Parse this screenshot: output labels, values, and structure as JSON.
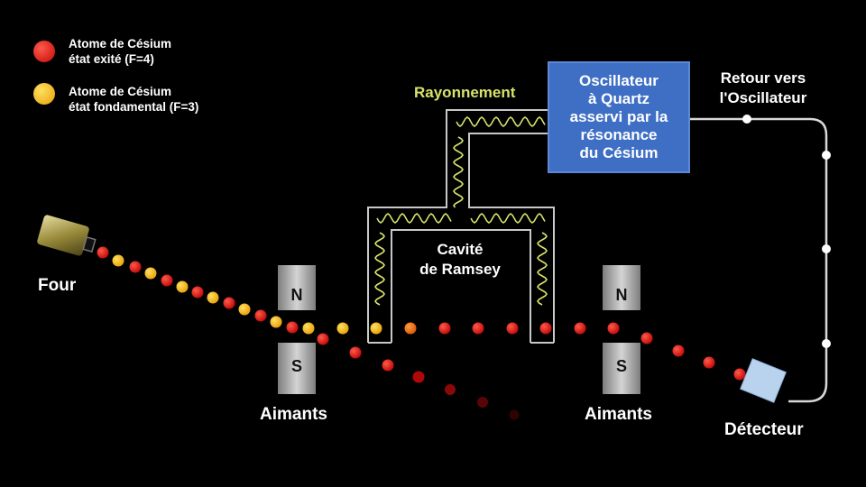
{
  "legend": [
    {
      "line1": "Atome de Césium",
      "line2": "état exité (F=4)",
      "color": "#e01010"
    },
    {
      "line1": "Atome de Césium",
      "line2": "état fondamental (F=3)",
      "color": "#f4c010"
    }
  ],
  "labels": {
    "four": "Four",
    "aimants_left": "Aimants",
    "aimants_right": "Aimants",
    "magnet_n": "N",
    "magnet_s": "S",
    "cavity": "Cavité\nde Ramsey",
    "rayonnement": "Rayonnement",
    "oscillator": "Oscillateur\nà Quartz\nasservi par la\nrésonance\ndu Césium",
    "retour": "Retour vers\nl'Oscillateur",
    "detecteur": "Détecteur"
  },
  "colors": {
    "excited": "#e01010",
    "ground": "#f4c010",
    "transition": "#f07010",
    "wave": "#d9e36a",
    "oscillator_box": "#3f6fc4",
    "detector": "#b9d3ee"
  }
}
